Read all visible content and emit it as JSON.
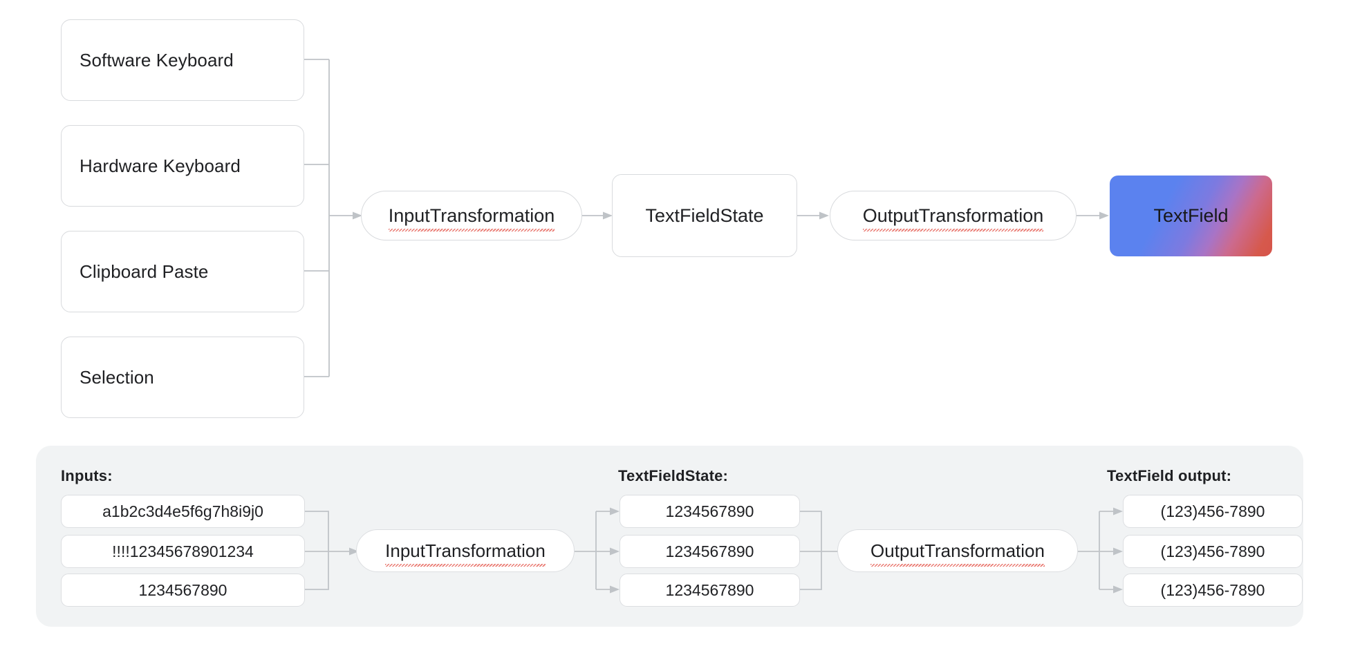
{
  "flow": {
    "sources": [
      {
        "id": "software-keyboard",
        "label": "Software Keyboard"
      },
      {
        "id": "hardware-keyboard",
        "label": "Hardware Keyboard"
      },
      {
        "id": "clipboard-paste",
        "label": "Clipboard Paste"
      },
      {
        "id": "selection",
        "label": "Selection"
      }
    ],
    "input_transformation": "InputTransformation",
    "text_field_state": "TextFieldState",
    "output_transformation": "OutputTransformation",
    "text_field": "TextField"
  },
  "example": {
    "columns": {
      "inputs_label": "Inputs:",
      "state_label": "TextFieldState:",
      "output_label": "TextField output:"
    },
    "inputs": [
      "a1b2c3d4e5f6g7h8i9j0",
      "!!!!12345678901234",
      "1234567890"
    ],
    "input_transformation": "InputTransformation",
    "states": [
      "1234567890",
      "1234567890",
      "1234567890"
    ],
    "output_transformation": "OutputTransformation",
    "outputs": [
      "(123)456-7890",
      "(123)456-7890",
      "(123)456-7890"
    ]
  },
  "colors": {
    "page_background": "#ffffff",
    "panel_background": "#f1f3f4",
    "node_border": "#d8dadd",
    "connector": "#bfc3c7",
    "text": "#1f2023",
    "spellcheck_underline": "#e8736a",
    "textfield_gradient_start": "#5b82ef",
    "textfield_gradient_mid": "#a874c6",
    "textfield_gradient_end": "#d6544a"
  }
}
